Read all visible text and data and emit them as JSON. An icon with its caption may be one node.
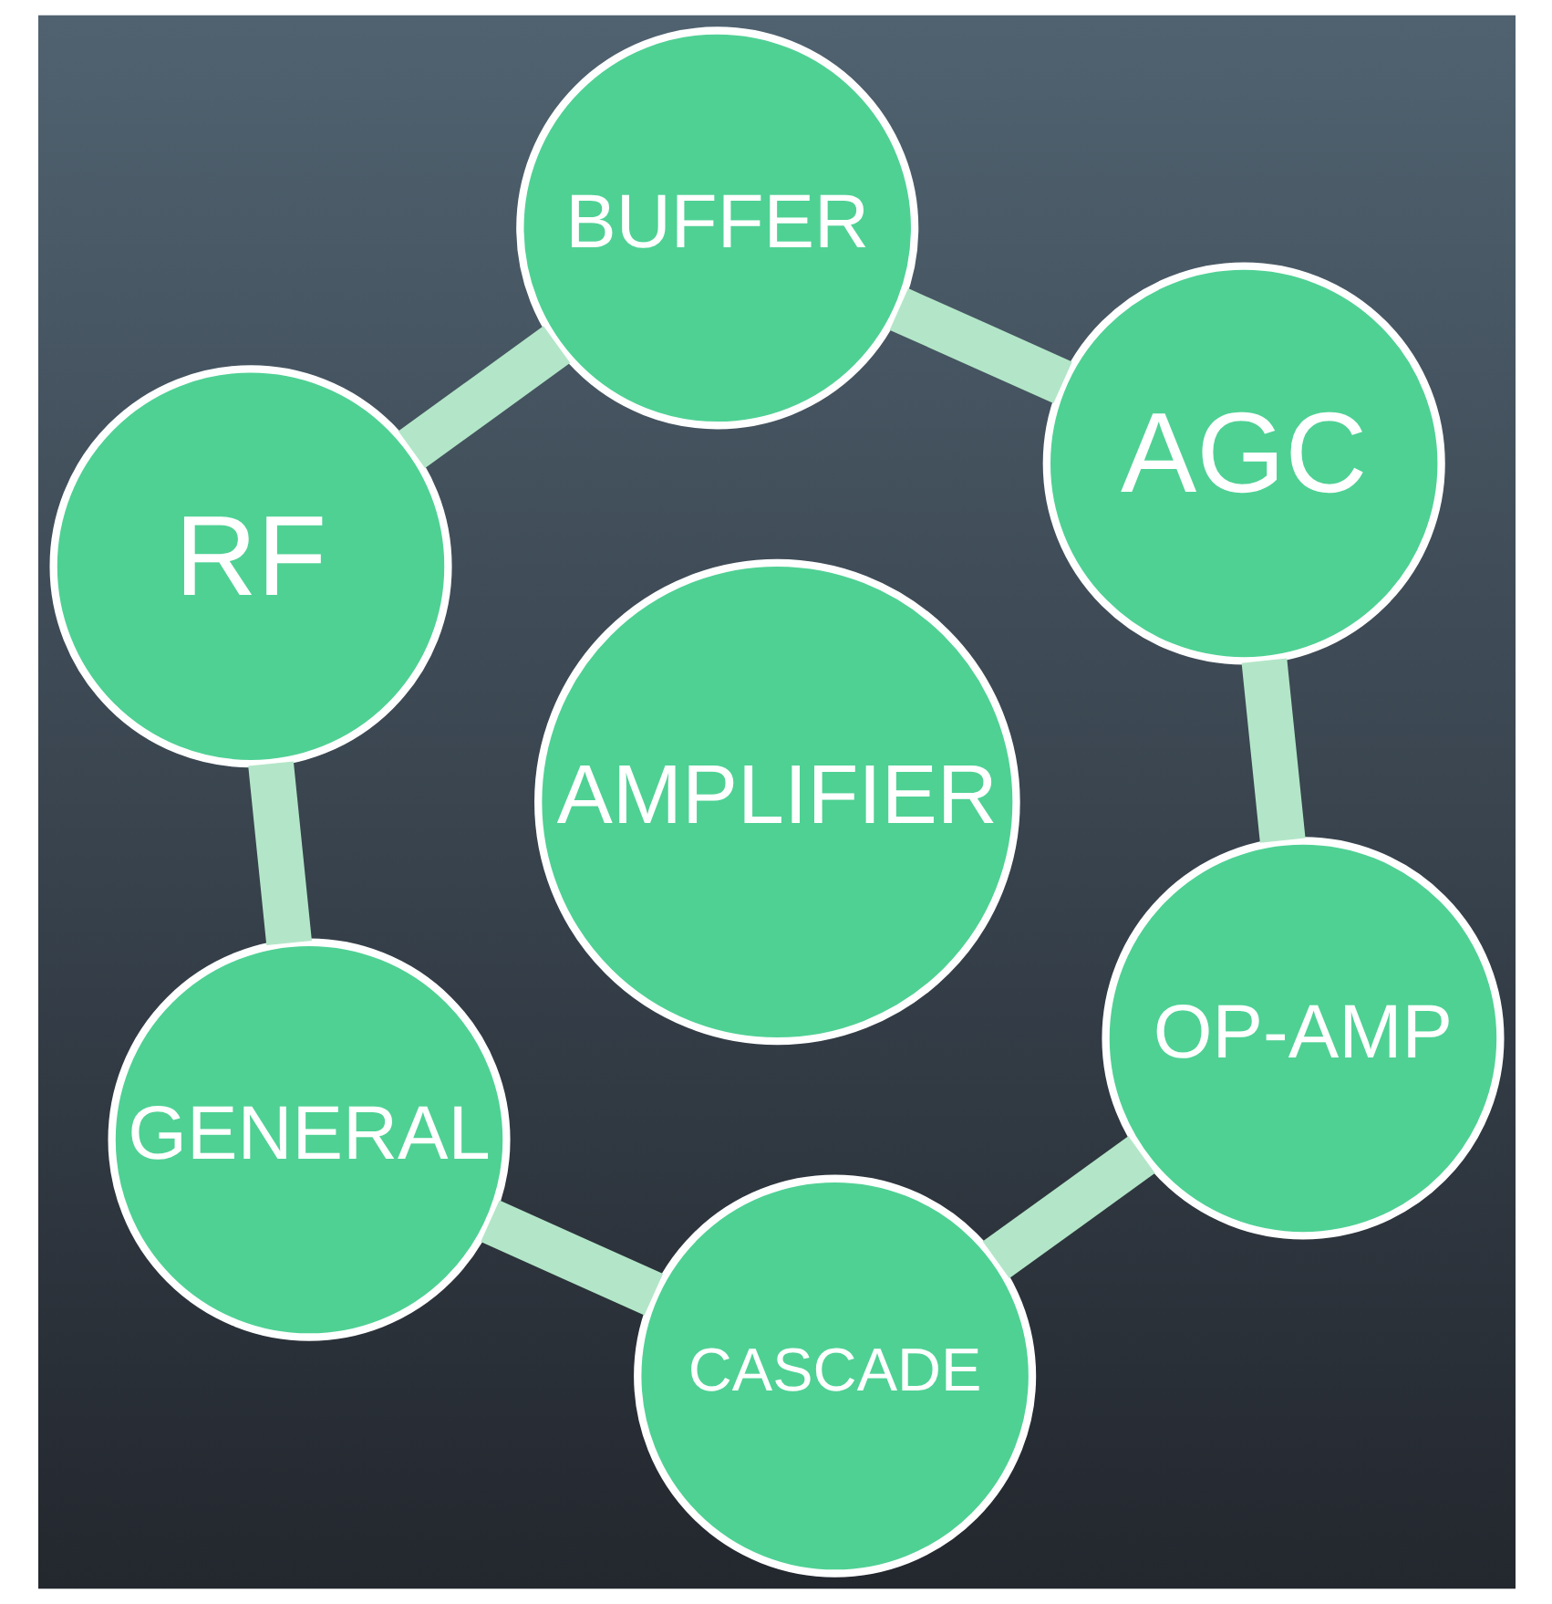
{
  "diagram": {
    "nodes": [
      {
        "text": [
          "BUFFER"
        ]
      },
      {
        "text": [
          "AGC"
        ]
      },
      {
        "text": [
          "RF"
        ]
      },
      {
        "text": [
          "AMPLIFIER"
        ]
      },
      {
        "text": [
          "OP-AMP"
        ]
      },
      {
        "text": [
          "GENERAL"
        ]
      },
      {
        "text": [
          "CASCADE"
        ]
      }
    ],
    "edges": [
      {
        "from": 0,
        "to": 2,
        "arrow": "none"
      },
      {
        "from": 2,
        "to": 5,
        "arrow": "none"
      },
      {
        "from": 5,
        "to": 6,
        "arrow": "none"
      },
      {
        "from": 6,
        "to": 4,
        "arrow": "none"
      },
      {
        "from": 4,
        "to": 1,
        "arrow": "none"
      },
      {
        "from": 1,
        "to": 0,
        "arrow": "none"
      }
    ]
  }
}
